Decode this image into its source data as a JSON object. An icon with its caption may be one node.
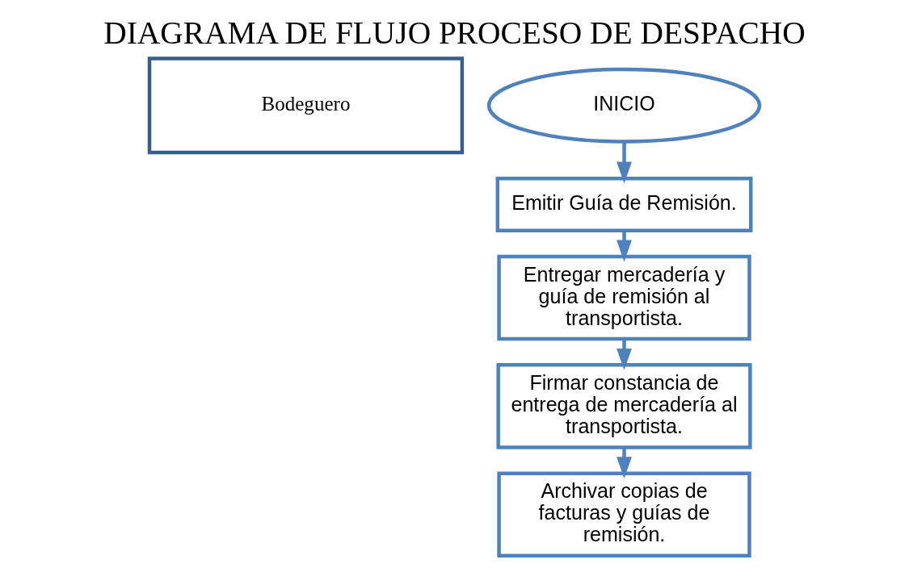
{
  "diagram": {
    "title": "DIAGRAMA DE FLUJO PROCESO DE DESPACHO",
    "nodes": [
      {
        "text": [
          "Bodeguero"
        ]
      },
      {
        "text": [
          "INICIO"
        ]
      },
      {
        "text": [
          "Emitir Guía de Remisión."
        ]
      },
      {
        "text": [
          "Entregar mercadería y guía de remisión al transportista."
        ]
      },
      {
        "text": [
          "Firmar constancia de entrega de mercadería al transportista."
        ]
      },
      {
        "text": [
          "Archivar copias de facturas y guías de remisión."
        ]
      }
    ],
    "edges": [
      {
        "from": 1,
        "to": 2,
        "arrow": "to"
      },
      {
        "from": 2,
        "to": 3,
        "arrow": "to"
      },
      {
        "from": 3,
        "to": 4,
        "arrow": "to"
      },
      {
        "from": 4,
        "to": 5,
        "arrow": "to"
      }
    ]
  }
}
